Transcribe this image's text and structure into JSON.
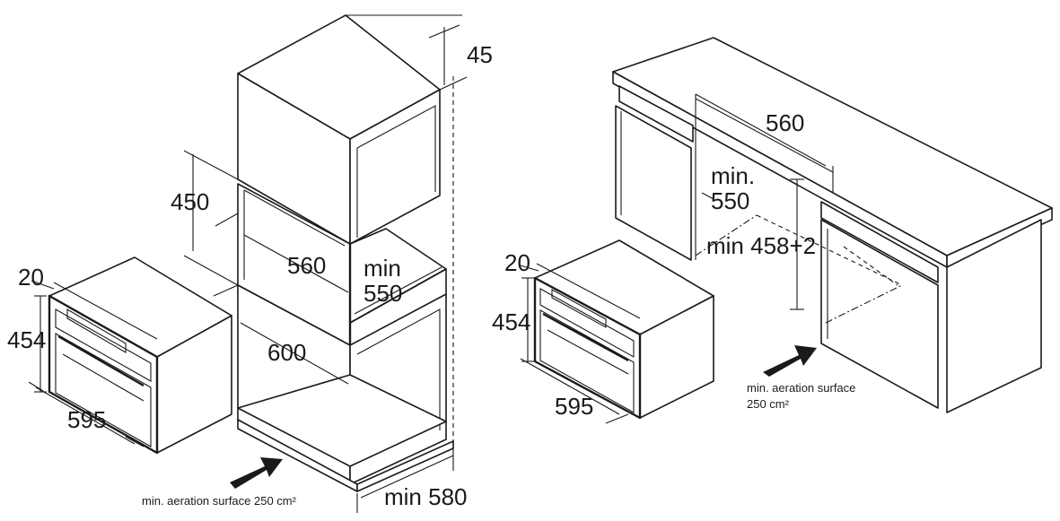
{
  "left_diagram": {
    "dim_top_gap": "45",
    "dim_niche_height": "450",
    "dim_niche_width": "560",
    "dim_niche_depth": "min\n550",
    "dim_cabinet_width": "600",
    "dim_cabinet_depth": "min 580",
    "oven_dim_top": "20",
    "oven_dim_height": "454",
    "oven_dim_width": "595",
    "aeration_note": "min. aeration surface 250 cm²"
  },
  "right_diagram": {
    "dim_niche_width": "560",
    "dim_niche_depth_line1": "min.",
    "dim_niche_depth_line2": "550",
    "dim_niche_height": "min 458+2",
    "oven_dim_top": "20",
    "oven_dim_height": "454",
    "oven_dim_width": "595",
    "aeration_note_line1": "min. aeration surface",
    "aeration_note_line2": "250 cm²"
  },
  "colors": {
    "line": "#1a1a1a",
    "background": "#ffffff"
  }
}
